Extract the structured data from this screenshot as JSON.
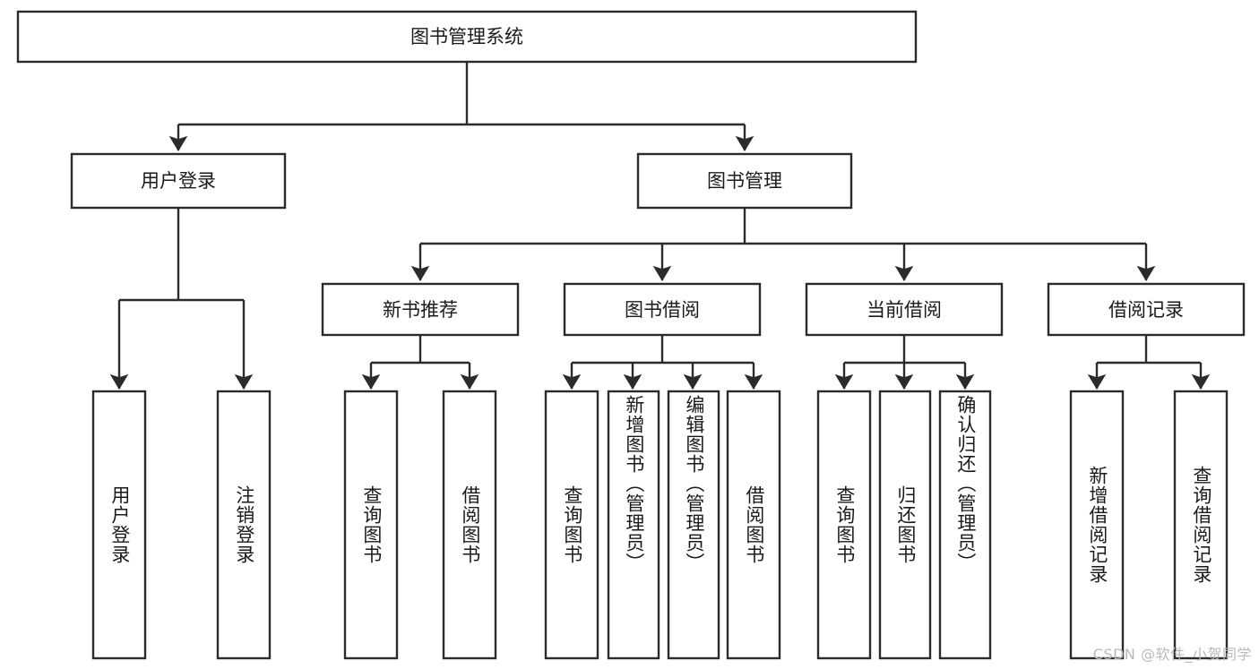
{
  "diagram": {
    "type": "hierarchy-tree",
    "title": "图书管理系统",
    "orientation": "top-down",
    "background_color": "#ffffff",
    "line_color": "#2b2b2b",
    "text_color": "#1a1a1a",
    "root": {
      "label": "图书管理系统",
      "level": 0
    },
    "level2": [
      {
        "label": "用户登录"
      },
      {
        "label": "图书管理"
      }
    ],
    "level3": [
      {
        "label": "新书推荐"
      },
      {
        "label": "图书借阅"
      },
      {
        "label": "当前借阅"
      },
      {
        "label": "借阅记录"
      }
    ],
    "leaves": {
      "user_login": [
        {
          "label": "用户登录"
        },
        {
          "label": "注销登录"
        }
      ],
      "new_book": [
        {
          "label": "查询图书"
        },
        {
          "label": "借阅图书"
        }
      ],
      "book_borrow": [
        {
          "label": "查询图书"
        },
        {
          "label": "新增图书（管理员）"
        },
        {
          "label": "编辑图书（管理员）"
        },
        {
          "label": "借阅图书"
        }
      ],
      "current_borrow": [
        {
          "label": "查询图书"
        },
        {
          "label": "归还图书"
        },
        {
          "label": "确认归还（管理员）"
        }
      ],
      "borrow_record": [
        {
          "label": "新增借阅记录"
        },
        {
          "label": "查询借阅记录"
        }
      ]
    }
  },
  "watermark": {
    "text": "CSDN @软件_小贺同学"
  }
}
